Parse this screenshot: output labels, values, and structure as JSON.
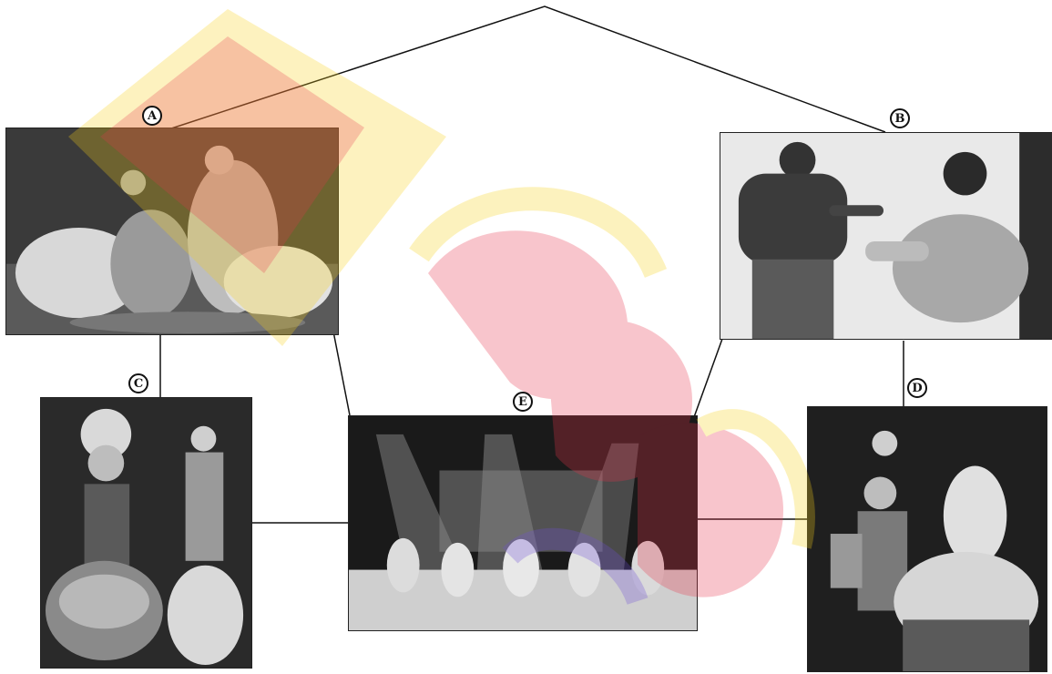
{
  "nodes": [
    {
      "id": "A",
      "label": "A",
      "content": "dance-photo"
    },
    {
      "id": "B",
      "label": "B",
      "content": "dance-photo"
    },
    {
      "id": "C",
      "label": "C",
      "content": "dance-photo"
    },
    {
      "id": "D",
      "label": "D",
      "content": "dance-photo"
    },
    {
      "id": "E",
      "label": "E",
      "content": "dance-photo"
    }
  ],
  "edges": [
    [
      "A",
      "B"
    ],
    [
      "A",
      "C"
    ],
    [
      "A",
      "E"
    ],
    [
      "B",
      "D"
    ],
    [
      "B",
      "E"
    ],
    [
      "C",
      "E"
    ],
    [
      "D",
      "E"
    ]
  ],
  "colors": {
    "line": "#111111",
    "watermark_red": "#e8334a",
    "watermark_yellow": "#f7d21a",
    "watermark_purple": "#6f4fd8"
  }
}
